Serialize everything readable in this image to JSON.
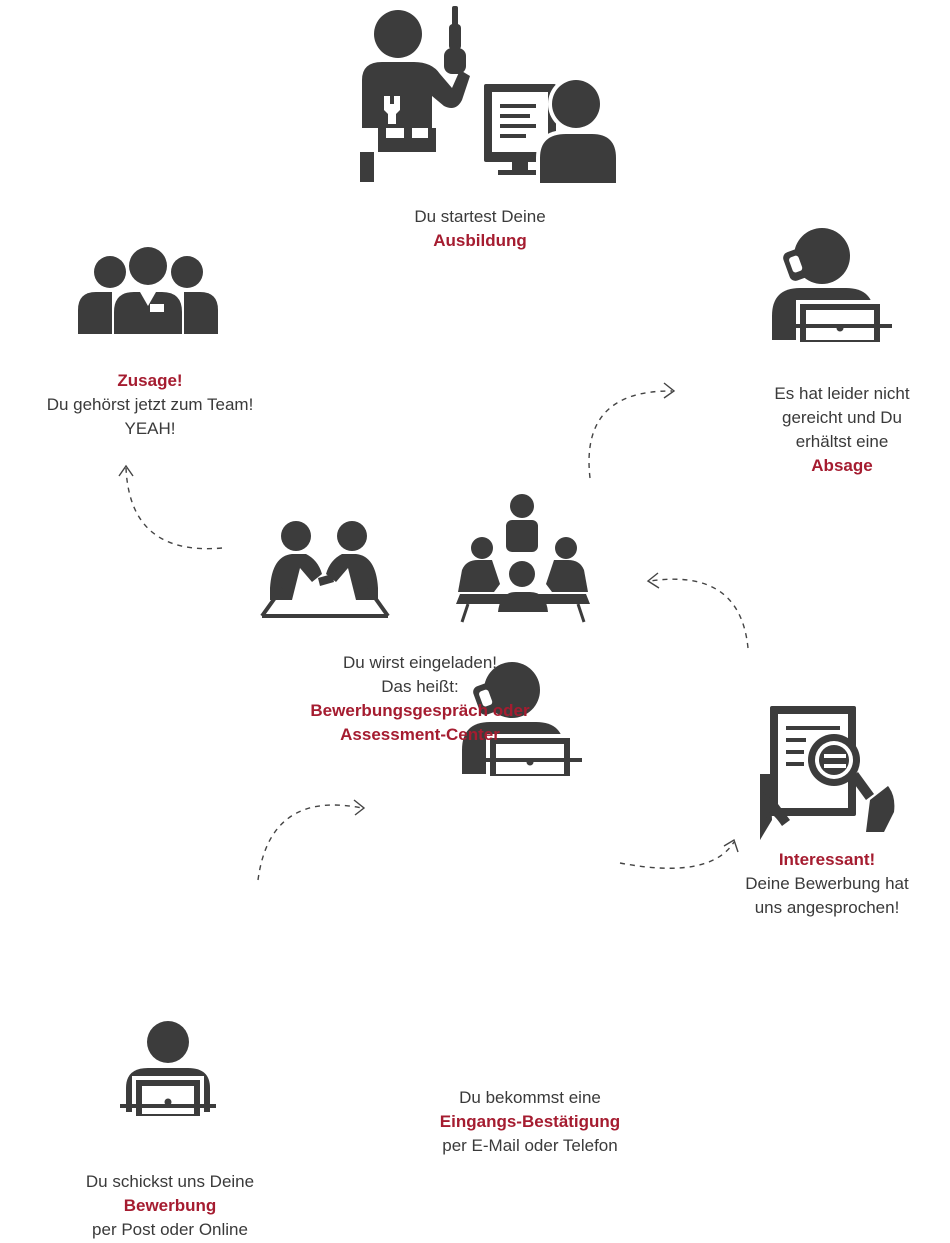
{
  "colors": {
    "icon": "#3c3c3c",
    "accent": "#a51c30",
    "text": "#3a3a3a",
    "background": "#ffffff"
  },
  "steps": {
    "start": {
      "line1": "Du startest Deine",
      "em": "Ausbildung",
      "icon": "craftsman-and-office-worker-icon"
    },
    "zusage": {
      "em": "Zusage!",
      "line2": "Du gehörst jetzt zum Team!",
      "line3": "YEAH!",
      "icon": "team-icon"
    },
    "absage": {
      "line1": "Es hat leider nicht",
      "line2": "gereicht und Du",
      "line3": "erhältst eine",
      "em": "Absage",
      "icon": "phone-laptop-icon"
    },
    "einladung": {
      "line1": "Du wirst eingeladen!",
      "line2": "Das heißt:",
      "em1": "Bewerbungsgespräch oder",
      "em2": "Assessment-Center",
      "icons": [
        "handshake-icon",
        "meeting-icon"
      ]
    },
    "interessant": {
      "em": "Interessant!",
      "line2": "Deine Bewerbung hat",
      "line3": "uns angesprochen!",
      "icon": "document-magnifier-icon"
    },
    "bestaetigung": {
      "line1": "Du bekommst eine",
      "em": "Eingangs-Bestätigung",
      "line3": "per E-Mail oder Telefon",
      "icon": "phone-laptop-icon"
    },
    "bewerbung": {
      "line1": "Du schickst uns Deine",
      "em": "Bewerbung",
      "line3": "per Post oder Online",
      "icon": "laptop-user-icon"
    }
  }
}
